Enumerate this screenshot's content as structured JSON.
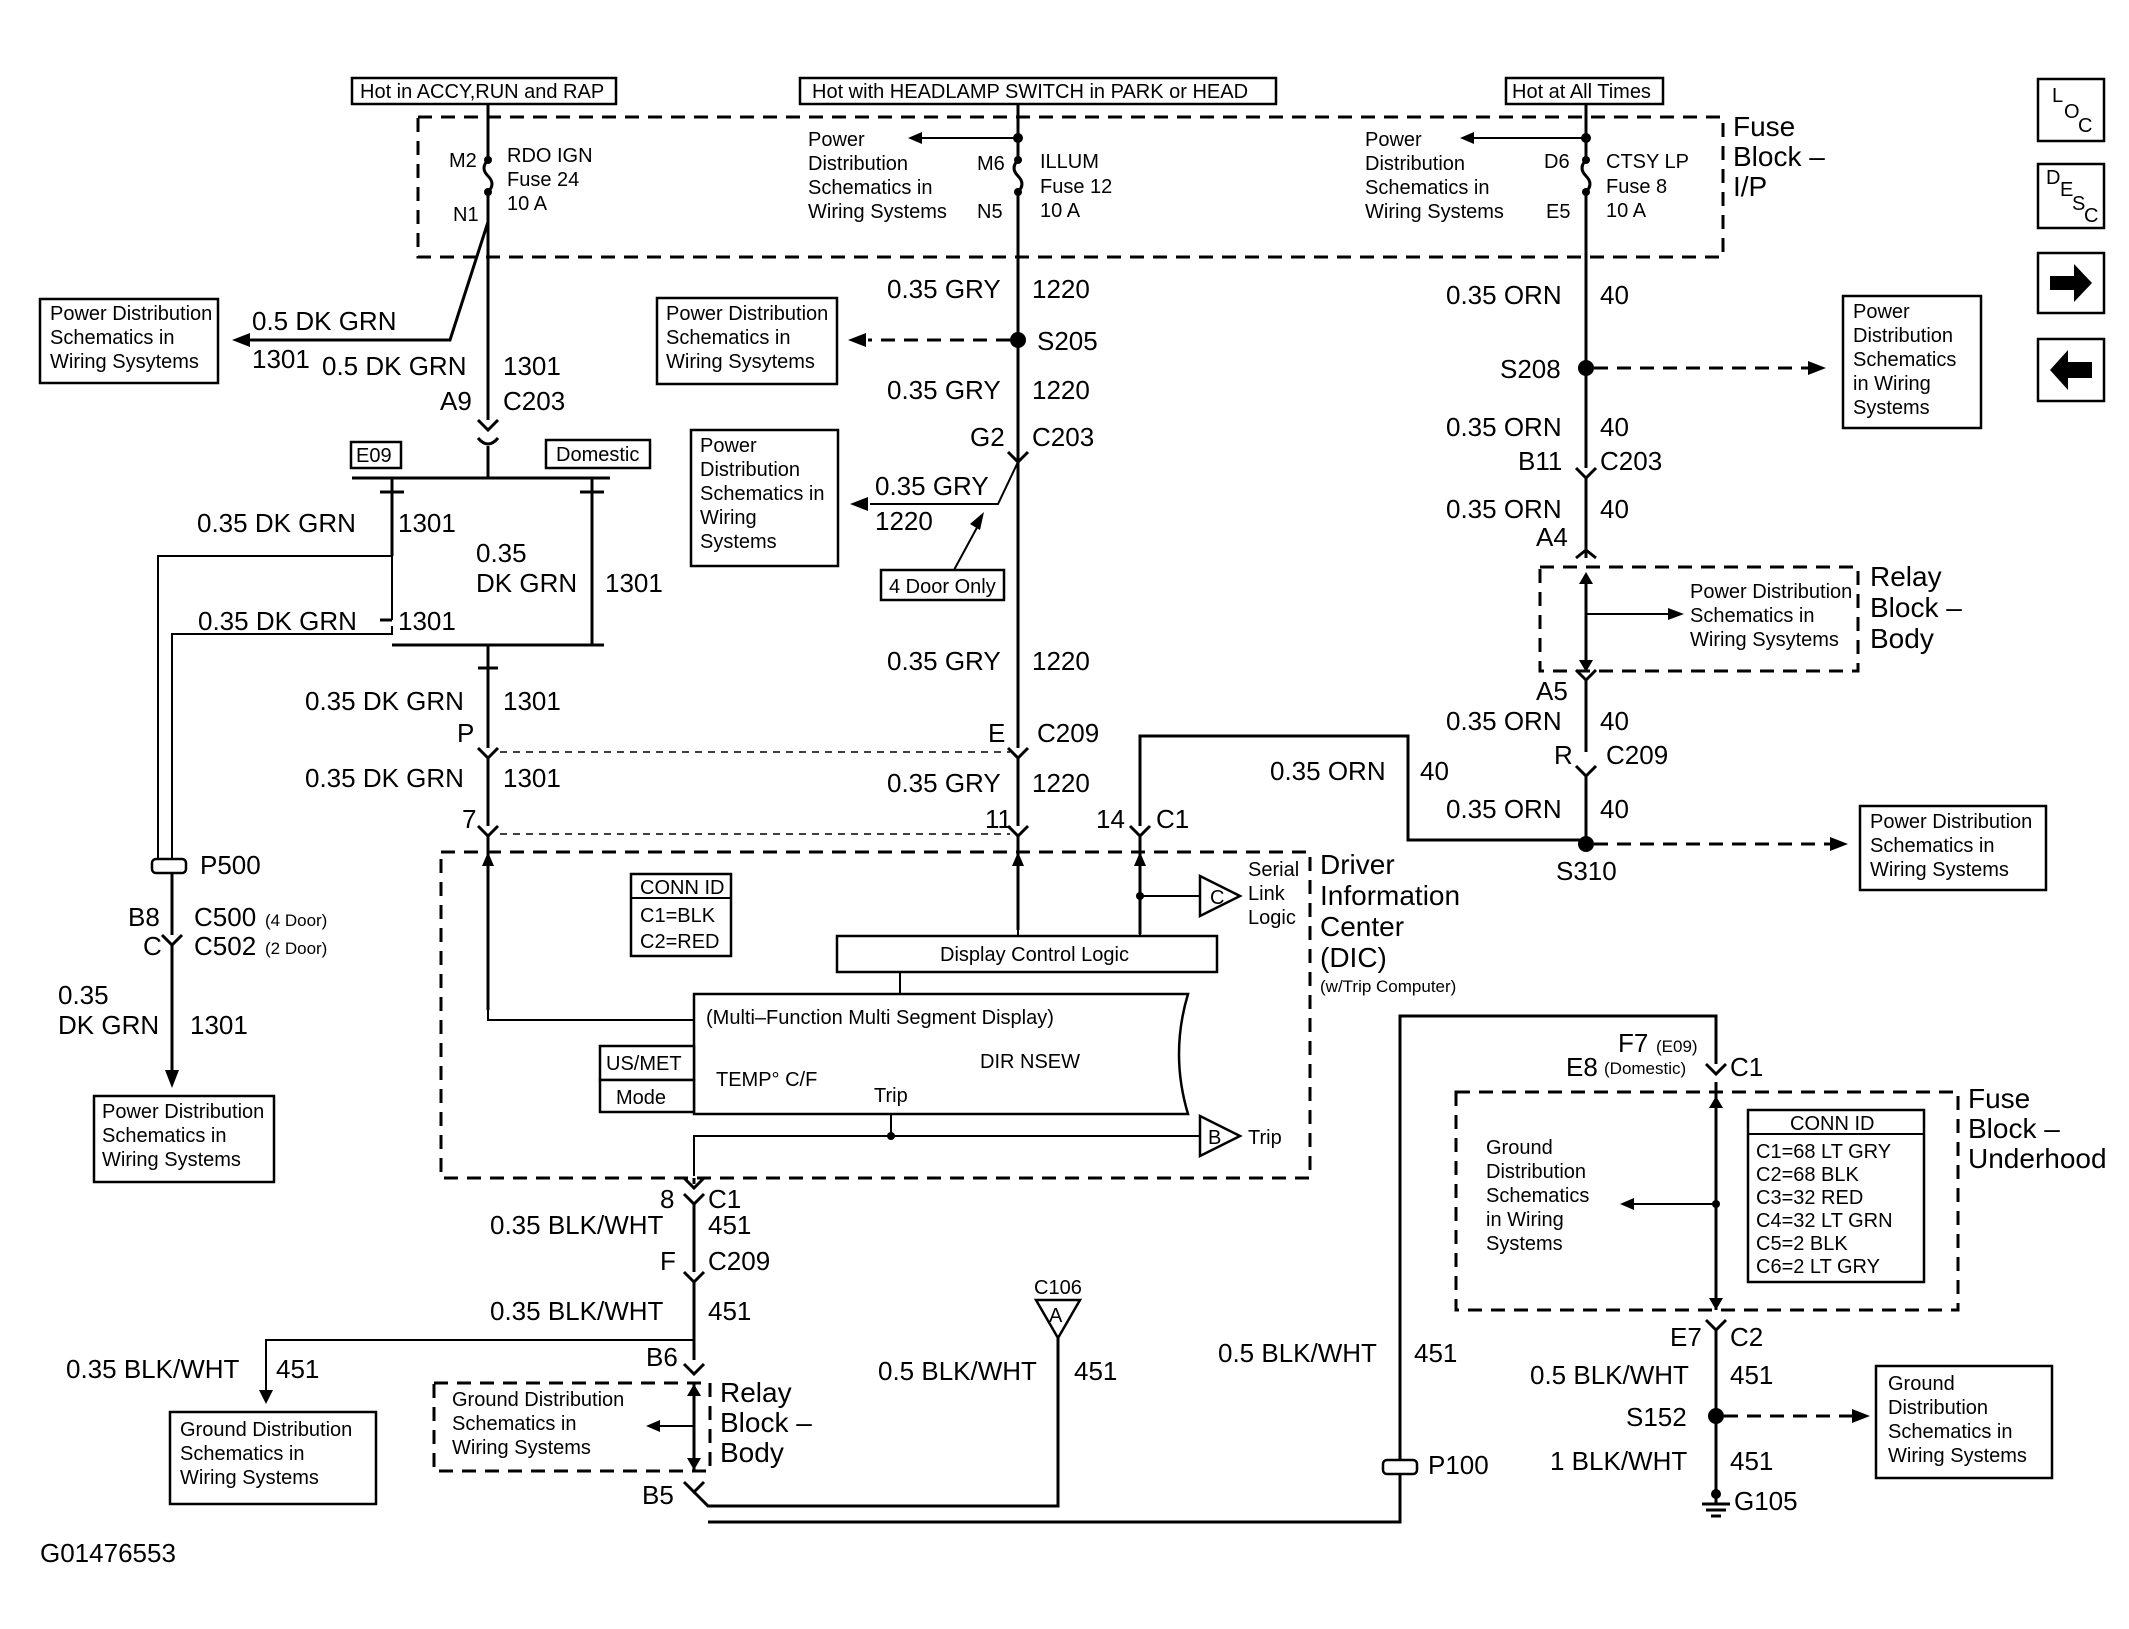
{
  "headers": {
    "accy": "Hot in ACCY,RUN and RAP",
    "headlamp": "Hot with HEADLAMP SWITCH in PARK or HEAD",
    "always": "Hot at All Times"
  },
  "fuse_block_ip": {
    "line1": "Fuse",
    "line2": "Block –",
    "line3": "I/P"
  },
  "fuses": {
    "rdo": {
      "top_pin": "M2",
      "bottom_pin": "N1",
      "name": "RDO IGN",
      "fuse": "Fuse 24",
      "rating": "10 A"
    },
    "illum": {
      "top_pin": "M6",
      "bottom_pin": "N5",
      "name": "ILLUM",
      "fuse": "Fuse 12",
      "rating": "10 A"
    },
    "ctsy": {
      "top_pin": "D6",
      "bottom_pin": "E5",
      "name": "CTSY LP",
      "fuse": "Fuse 8",
      "rating": "10 A"
    }
  },
  "ref_boxes": {
    "pd_inline_mid": [
      "Power",
      "Distribution",
      "Schematics in",
      "Wiring Systems"
    ],
    "pd_inline_right": [
      "Power",
      "Distribution",
      "Schematics in",
      "Wiring Systems"
    ],
    "pd_left_top": [
      "Power Distribution",
      "Schematics in",
      "Wiring Sysytems"
    ],
    "pd_s205": [
      "Power Distribution",
      "Schematics in",
      "Wiring Sysytems"
    ],
    "pd_g2": [
      "Power",
      "Distribution",
      "Schematics in",
      "Wiring",
      "Systems"
    ],
    "pd_s208": [
      "Power",
      "Distribution",
      "Schematics",
      "in Wiring",
      "Systems"
    ],
    "pd_relay_right": [
      "Power Distribution",
      "Schematics in",
      "Wiring Sysytems"
    ],
    "pd_s310": [
      "Power Distribution",
      "Schematics in",
      "Wiring Systems"
    ],
    "pd_left_bottom": [
      "Power Distribution",
      "Schematics in",
      "Wiring Systems"
    ],
    "gd_left": [
      "Ground Distribution",
      "Schematics in",
      "Wiring Systems"
    ],
    "gd_relay": [
      "Ground Distribution",
      "Schematics in",
      "Wiring Systems"
    ],
    "gd_underhood": [
      "Ground",
      "Distribution",
      "Schematics",
      "in Wiring",
      "Systems"
    ],
    "gd_s152": [
      "Ground",
      "Distribution",
      "Schematics in",
      "Wiring Systems"
    ]
  },
  "wires_left": {
    "w1": {
      "size": "0.5 DK GRN",
      "circuit": "1301"
    },
    "w2": {
      "size": "0.5 DK GRN",
      "circuit": "1301"
    },
    "conn_a9": {
      "pin": "A9",
      "id": "C203"
    },
    "tag_e09": "E09",
    "tag_domestic": "Domestic",
    "w3": {
      "size": "0.35 DK GRN",
      "circuit": "1301"
    },
    "w4": {
      "size_a": "0.35",
      "size_b": "DK GRN",
      "circuit": "1301"
    },
    "w5": {
      "size": "0.35 DK GRN",
      "circuit": "1301"
    },
    "w6": {
      "size": "0.35 DK GRN",
      "circuit": "1301"
    },
    "conn_p": {
      "pin": "P"
    },
    "w7": {
      "size": "0.35 DK GRN",
      "circuit": "1301"
    },
    "pin7": "7",
    "p500": "P500",
    "c500": {
      "pin": "B8",
      "id": "C500",
      "note": "(4 Door)"
    },
    "c502": {
      "pin": "C",
      "id": "C502",
      "note": "(2 Door)"
    },
    "w8": {
      "size_a": "0.35",
      "size_b": "DK GRN",
      "circuit": "1301"
    }
  },
  "wires_mid": {
    "w1": {
      "size": "0.35 GRY",
      "circuit": "1220"
    },
    "s205": "S205",
    "w2": {
      "size": "0.35 GRY",
      "circuit": "1220"
    },
    "conn_g2": {
      "pin": "G2",
      "id": "C203"
    },
    "w3": {
      "size": "0.35 GRY",
      "circuit": "1220"
    },
    "four_door": "4 Door Only",
    "w4": {
      "size": "0.35 GRY",
      "circuit": "1220"
    },
    "conn_e": {
      "pin": "E",
      "id": "C209"
    },
    "w5": {
      "size": "0.35 GRY",
      "circuit": "1220"
    },
    "pin11": "11",
    "pin14": "14",
    "c1": "C1"
  },
  "wires_right": {
    "w1": {
      "size": "0.35 ORN",
      "circuit": "40"
    },
    "s208": "S208",
    "w2": {
      "size": "0.35 ORN",
      "circuit": "40"
    },
    "conn_b11": {
      "pin": "B11",
      "id": "C203"
    },
    "w3": {
      "size": "0.35 ORN",
      "circuit": "40"
    },
    "a4": "A4",
    "relay_block": {
      "line1": "Relay",
      "line2": "Block –",
      "line3": "Body"
    },
    "a5": "A5",
    "w4": {
      "size": "0.35 ORN",
      "circuit": "40"
    },
    "conn_r": {
      "pin": "R",
      "id": "C209"
    },
    "w5": {
      "size": "0.35 ORN",
      "circuit": "40"
    },
    "w6": {
      "size": "0.35 ORN",
      "circuit": "40"
    },
    "s310": "S310"
  },
  "dic": {
    "title1": "Driver",
    "title2": "Information",
    "title3": "Center",
    "title4": "(DIC)",
    "subtitle": "(w/Trip Computer)",
    "conn_id_title": "CONN ID",
    "conn_id_c1": "C1=BLK",
    "conn_id_c2": "C2=RED",
    "serial1": "Serial",
    "serial2": "Link",
    "serial3": "Logic",
    "serial_letter": "C",
    "display_logic": "Display Control Logic",
    "display": "(Multi–Function Multi Segment Display)",
    "dir": "DIR NSEW",
    "temp": "TEMP° C/F",
    "trip_label": "Trip",
    "usmet": "US/MET",
    "mode": "Mode",
    "trip_letter": "B",
    "trip_out": "Trip"
  },
  "ground_left": {
    "pin8": "8",
    "c1": "C1",
    "w1": {
      "size": "0.35 BLK/WHT",
      "circuit": "451"
    },
    "conn_f": {
      "pin": "F",
      "id": "C209"
    },
    "w2": {
      "size": "0.35 BLK/WHT",
      "circuit": "451"
    },
    "w3": {
      "size": "0.35 BLK/WHT",
      "circuit": "451"
    },
    "b6": "B6",
    "relay_block": {
      "line1": "Relay",
      "line2": "Block –",
      "line3": "Body"
    },
    "b5": "B5",
    "c106": "C106",
    "c106_letter": "A",
    "w4": {
      "size": "0.5 BLK/WHT",
      "circuit": "451"
    }
  },
  "ground_right": {
    "w1": {
      "size": "0.5 BLK/WHT",
      "circuit": "451"
    },
    "p100": "P100",
    "f7": "F7",
    "f7_note": "(E09)",
    "e8": "E8",
    "e8_note": "(Domestic)",
    "c1": "C1",
    "fuse_block": {
      "line1": "Fuse",
      "line2": "Block –",
      "line3": "Underhood"
    },
    "conn_id": [
      "CONN ID",
      "C1=68 LT GRY",
      "C2=68 BLK",
      "C3=32 RED",
      "C4=32 LT GRN",
      "C5=2 BLK",
      "C6=2 LT GRY"
    ],
    "e7": "E7",
    "c2": "C2",
    "w2": {
      "size": "0.5 BLK/WHT",
      "circuit": "451"
    },
    "s152": "S152",
    "w3": {
      "size": "1 BLK/WHT",
      "circuit": "451"
    },
    "g105": "G105"
  },
  "nav": {
    "loc": [
      "L",
      "O",
      "C"
    ],
    "desc": [
      "D",
      "E",
      "S",
      "C"
    ]
  },
  "figure_id": "G01476553"
}
